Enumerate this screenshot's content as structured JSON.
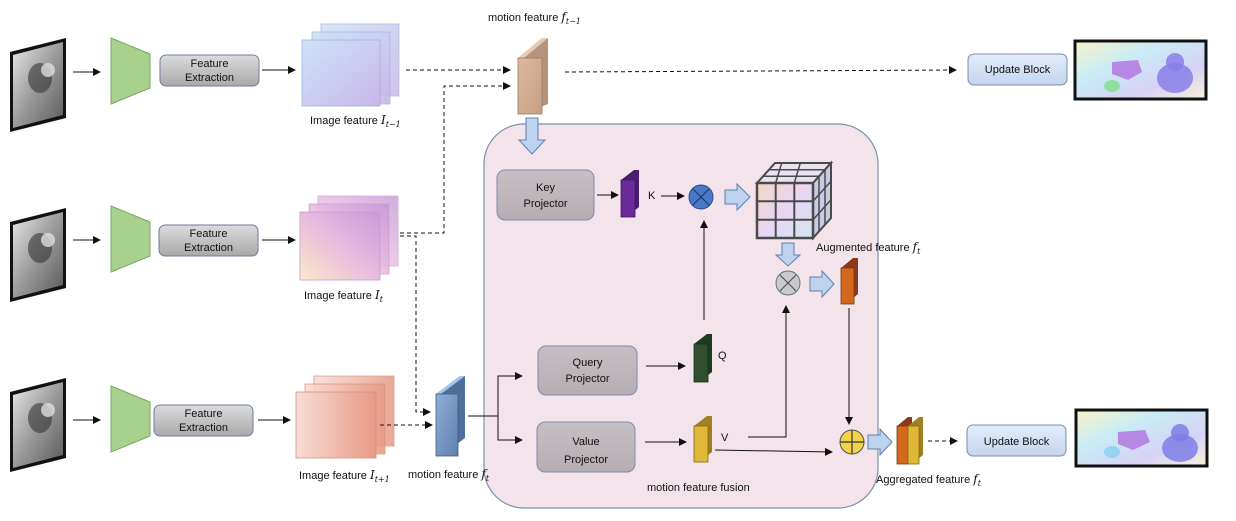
{
  "rows": [
    {
      "extract_label_1": "Feature",
      "extract_label_2": "Extraction",
      "image_feature_label": "Image feature",
      "image_feature_symbol": "I",
      "image_feature_sub": "t−1"
    },
    {
      "extract_label_1": "Feature",
      "extract_label_2": "Extraction",
      "image_feature_label": "Image feature",
      "image_feature_symbol": "I",
      "image_feature_sub": "t"
    },
    {
      "extract_label_1": "Feature",
      "extract_label_2": "Extraction",
      "image_feature_label": "Image feature",
      "image_feature_symbol": "I",
      "image_feature_sub": "t+1"
    }
  ],
  "motion_prev": {
    "label": "motion feature",
    "symbol": "f",
    "sub": "t−1"
  },
  "motion_cur": {
    "label": "motion feature",
    "symbol": "f",
    "sub": "t"
  },
  "fusion": {
    "key_projector_1": "Key",
    "key_projector_2": "Projector",
    "query_projector_1": "Query",
    "query_projector_2": "Projector",
    "value_projector_1": "Value",
    "value_projector_2": "Projector",
    "k_label": "K",
    "q_label": "Q",
    "v_label": "V",
    "augmented_label": "Augmented feature",
    "augmented_symbol": "f",
    "augmented_sub": "t",
    "caption": "motion feature fusion"
  },
  "update_top": "Update Block",
  "update_bottom": "Update Block",
  "aggregated": {
    "label": "Aggregated feature",
    "symbol": "f",
    "sub": "t"
  },
  "colors": {
    "encoder": "#a9d18e",
    "button_fill": "#c9c9c9",
    "update_fill": "#d6e3f5",
    "fusion_bg": "#f3e3ea",
    "fusion_border": "#7f8fb0"
  }
}
